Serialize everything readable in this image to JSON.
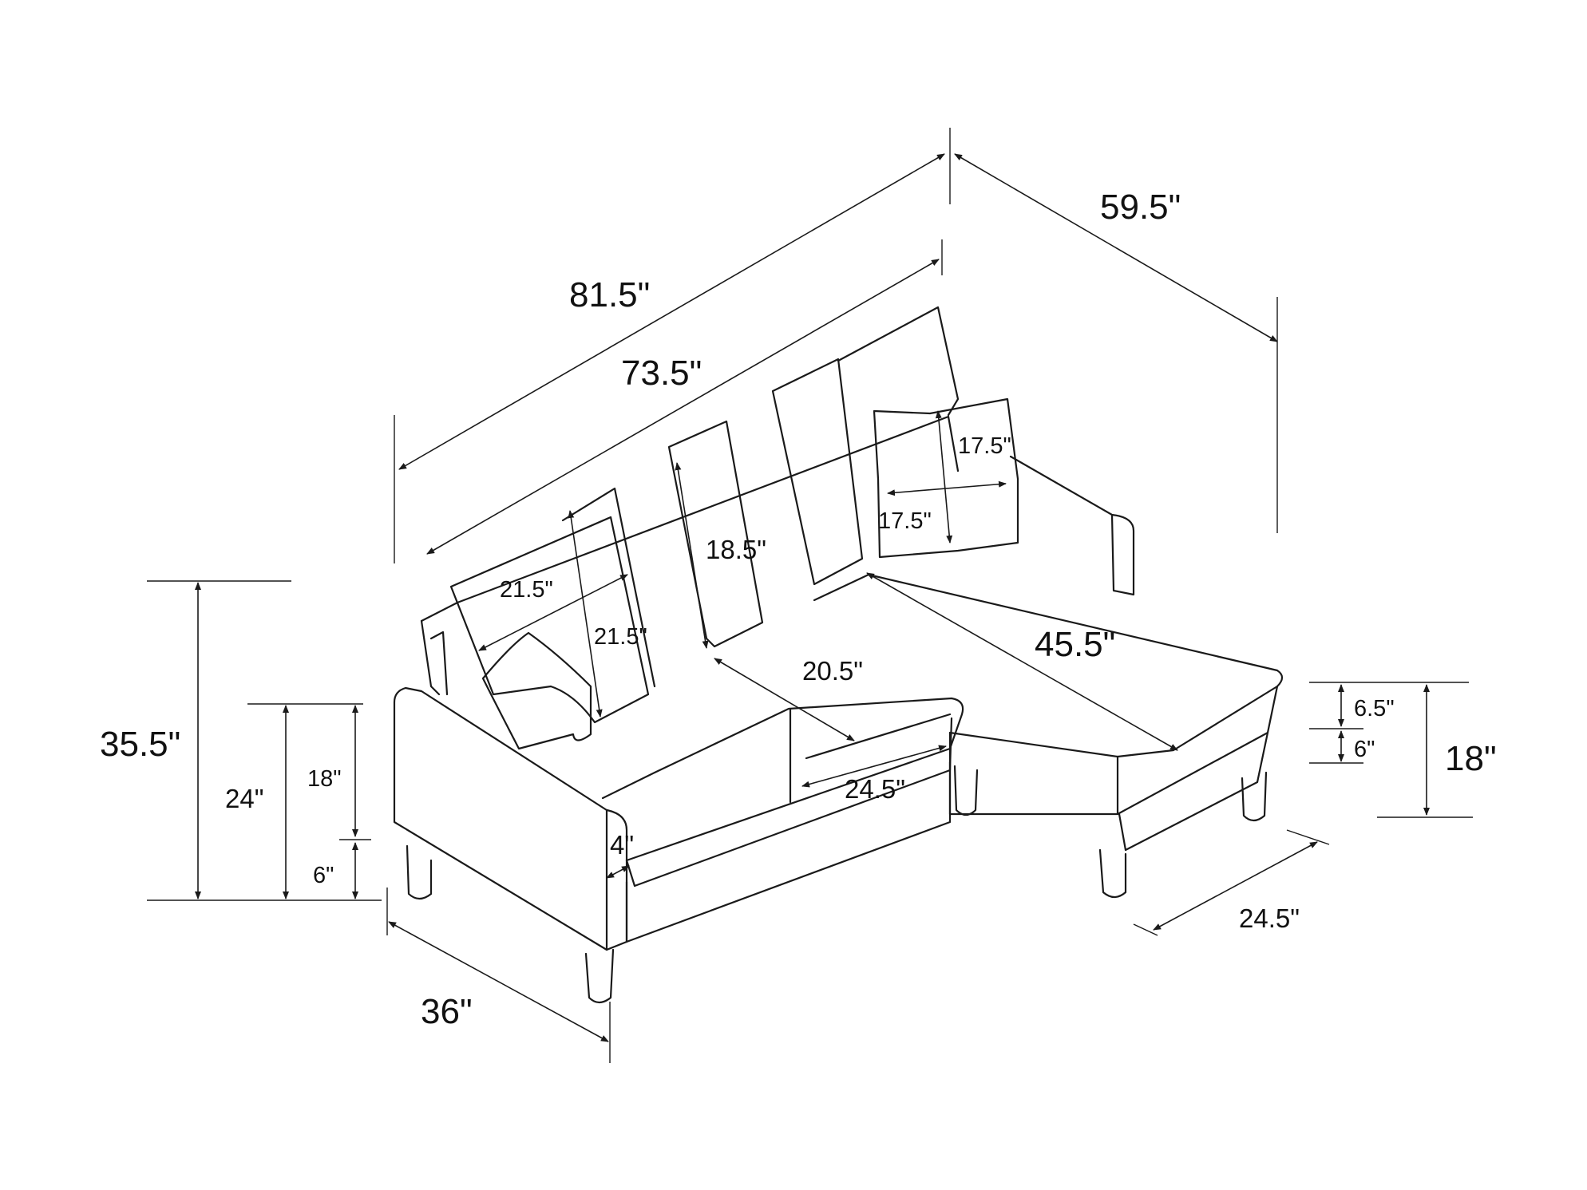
{
  "dimensions": {
    "overall_width": "81.5\"",
    "overall_depth": "59.5\"",
    "seat_width": "73.5\"",
    "back_cushion_height": "18.5\"",
    "pillow_width": "21.5\"",
    "pillow_height": "21.5\"",
    "square_pillow_height": "17.5\"",
    "square_pillow_width": "17.5\"",
    "seat_depth": "20.5\"",
    "chaise_length": "45.5\"",
    "seat_front_width": "24.5\"",
    "arm_width": "4\"",
    "overall_height": "35.5\"",
    "arm_height": "24\"",
    "seat_height": "18\"",
    "leg_height": "6\"",
    "sofa_depth": "36\"",
    "chaise_cushion_thickness": "6.5\"",
    "chaise_base_height": "6\"",
    "chaise_height": "18\"",
    "chaise_width": "24.5\""
  },
  "colors": {
    "line": "#1a1a1a",
    "background": "#ffffff"
  }
}
